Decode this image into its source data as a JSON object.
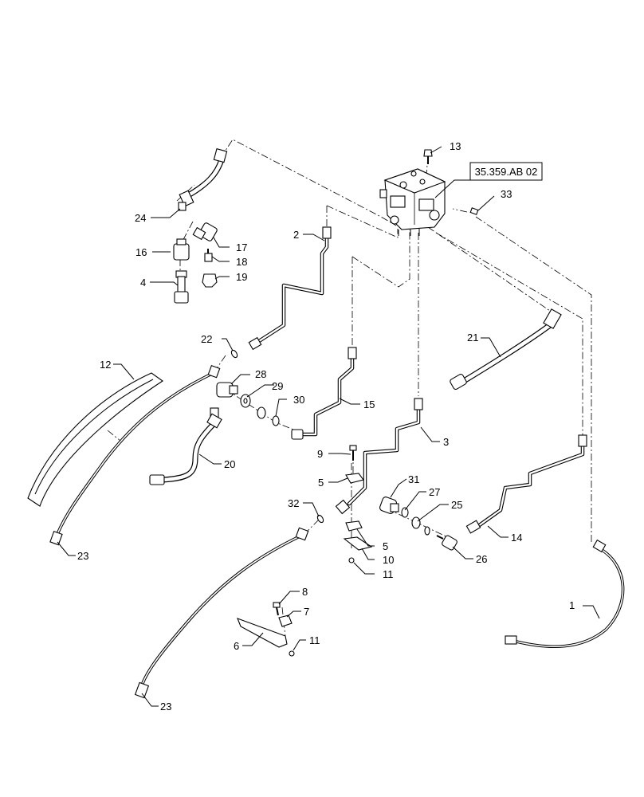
{
  "reference_box": {
    "text": "35.359.AB 02"
  },
  "callouts": [
    {
      "id": "c13",
      "text": "13"
    },
    {
      "id": "c33",
      "text": "33"
    },
    {
      "id": "c24",
      "text": "24"
    },
    {
      "id": "c16",
      "text": "16"
    },
    {
      "id": "c17",
      "text": "17"
    },
    {
      "id": "c18",
      "text": "18"
    },
    {
      "id": "c4",
      "text": "4"
    },
    {
      "id": "c19",
      "text": "19"
    },
    {
      "id": "c2",
      "text": "2"
    },
    {
      "id": "c22",
      "text": "22"
    },
    {
      "id": "c12",
      "text": "12"
    },
    {
      "id": "c28",
      "text": "28"
    },
    {
      "id": "c29",
      "text": "29"
    },
    {
      "id": "c30",
      "text": "30"
    },
    {
      "id": "c15",
      "text": "15"
    },
    {
      "id": "c21",
      "text": "21"
    },
    {
      "id": "c20",
      "text": "20"
    },
    {
      "id": "c3",
      "text": "3"
    },
    {
      "id": "c9",
      "text": "9"
    },
    {
      "id": "c5a",
      "text": "5"
    },
    {
      "id": "c31",
      "text": "31"
    },
    {
      "id": "c27",
      "text": "27"
    },
    {
      "id": "c25",
      "text": "25"
    },
    {
      "id": "c32",
      "text": "32"
    },
    {
      "id": "c14",
      "text": "14"
    },
    {
      "id": "c5b",
      "text": "5"
    },
    {
      "id": "c10",
      "text": "10"
    },
    {
      "id": "c26",
      "text": "26"
    },
    {
      "id": "c11a",
      "text": "11"
    },
    {
      "id": "c23a",
      "text": "23"
    },
    {
      "id": "c1",
      "text": "1"
    },
    {
      "id": "c8",
      "text": "8"
    },
    {
      "id": "c7",
      "text": "7"
    },
    {
      "id": "c6",
      "text": "6"
    },
    {
      "id": "c11b",
      "text": "11"
    },
    {
      "id": "c23b",
      "text": "23"
    }
  ]
}
